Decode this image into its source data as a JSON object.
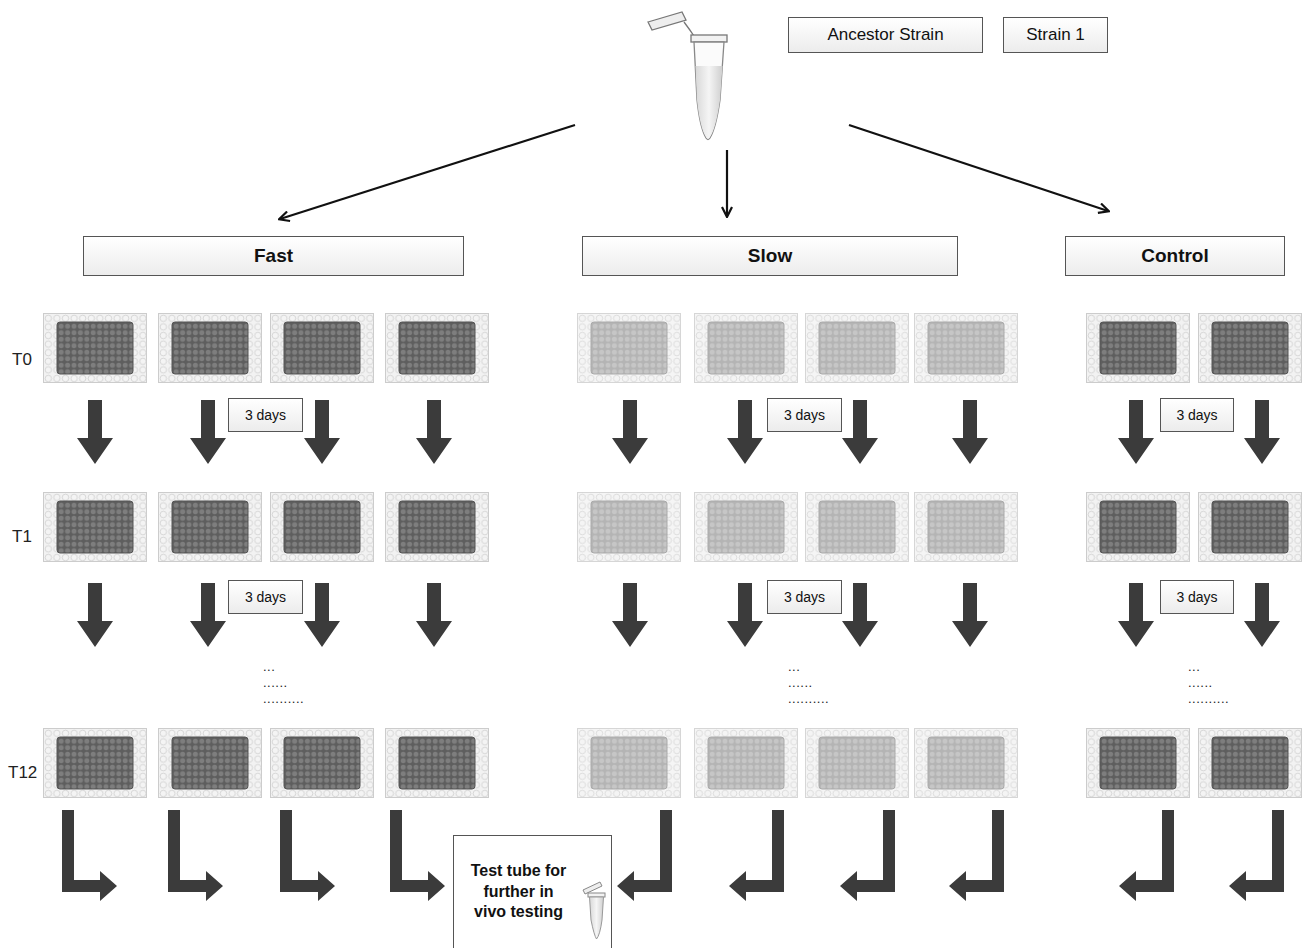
{
  "diagram": {
    "nodes": [
      {
        "text": [
          "Ancestor Strain"
        ]
      },
      {
        "text": [
          "Strain 1"
        ]
      },
      {
        "text": [
          "Fast"
        ]
      },
      {
        "text": [
          "Slow"
        ]
      },
      {
        "text": [
          "Control"
        ]
      },
      {
        "text": [
          "3 days"
        ]
      },
      {
        "text": [
          "3 days"
        ]
      },
      {
        "text": [
          "3 days"
        ]
      },
      {
        "text": [
          "3 days"
        ]
      },
      {
        "text": [
          "3 days"
        ]
      },
      {
        "text": [
          "3 days"
        ]
      },
      {
        "text": [
          "Test tube for further in vivo testing"
        ]
      }
    ],
    "labels": [
      "T0",
      "T1",
      "T12",
      "...",
      "......",
      "..........",
      "...",
      "......",
      "..........",
      "...",
      "......",
      ".........."
    ]
  }
}
